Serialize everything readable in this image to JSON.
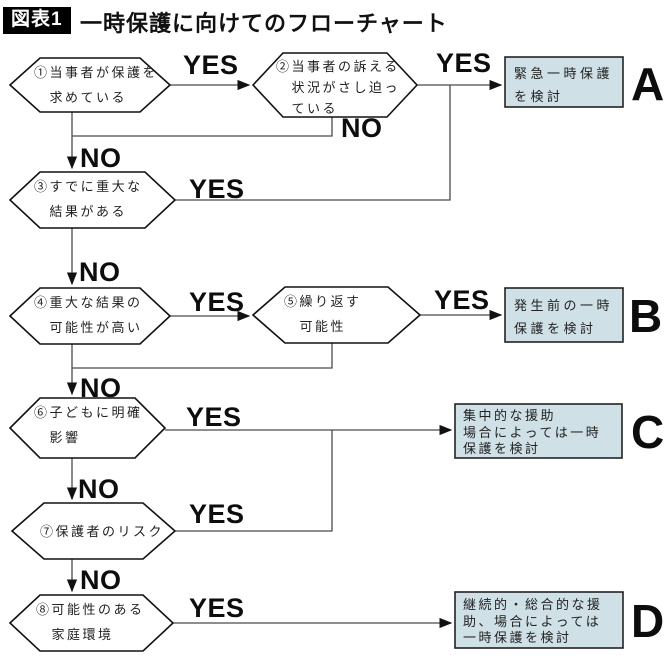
{
  "header": {
    "badge": "図表1",
    "title": "一時保護に向けてのフローチャート"
  },
  "labels": {
    "yes": "YES",
    "no": "NO"
  },
  "questions": [
    {
      "text": "①当事者が保護を\n　求めている"
    },
    {
      "text": "②当事者の訴える\n　状況がさし迫っ\n　ている"
    },
    {
      "text": "③すでに重大な\n　結果がある"
    },
    {
      "text": "④重大な結果の\n　可能性が高い"
    },
    {
      "text": "⑤繰り返す\n　可能性"
    },
    {
      "text": "⑥子どもに明確\n　影響"
    },
    {
      "text": "⑦保護者のリスク"
    },
    {
      "text": "⑧可能性のある\n　家庭環境"
    }
  ],
  "results": [
    {
      "letter": "A",
      "text": "緊急一時保護\nを検討"
    },
    {
      "letter": "B",
      "text": "発生前の一時\n保護を検討"
    },
    {
      "letter": "C",
      "text": "集中的な援助\n場合によっては一時\n保護を検討"
    },
    {
      "letter": "D",
      "text": "継続的・総合的な援\n助、場合によっては\n一時保護を検討"
    }
  ],
  "colors": {
    "result_fill": "#cfe0e7",
    "shape_border": "#111111",
    "connector_line": "#4a4a4a",
    "badge_bg": "#000000",
    "badge_text": "#ffffff"
  }
}
